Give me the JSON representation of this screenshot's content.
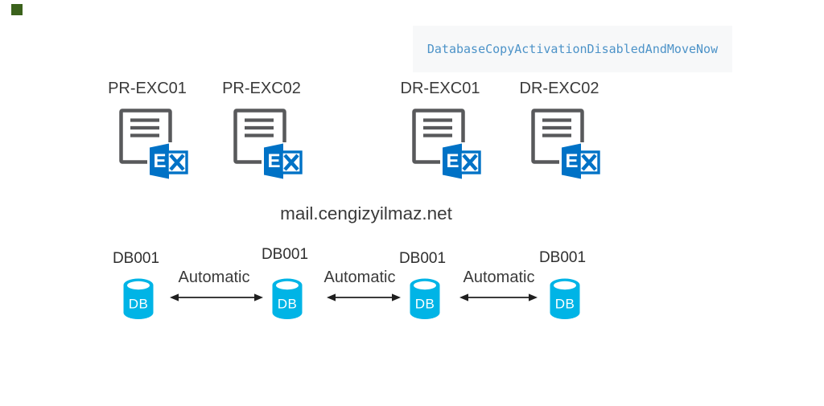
{
  "colors": {
    "exchange-blue": "#0072c6",
    "db-cyan": "#00b4e6",
    "outline-gray": "#58595b",
    "text-dark": "#3a3a3a",
    "banner-bg": "#f7f8f9",
    "banner-text": "#4d93c8",
    "arrow-black": "#1f1f1f",
    "marker-green": "#3b621c"
  },
  "banner": {
    "label": "DatabaseCopyActivationDisabledAndMoveNow"
  },
  "servers": [
    {
      "name": "PR-EXC01"
    },
    {
      "name": "PR-EXC02"
    },
    {
      "name": "DR-EXC01"
    },
    {
      "name": "DR-EXC02"
    }
  ],
  "exchange_logo": {
    "letter": "E"
  },
  "domain": {
    "label": "mail.cengizyilmaz.net"
  },
  "databases": [
    {
      "name": "DB001",
      "body": "DB"
    },
    {
      "name": "DB001",
      "body": "DB"
    },
    {
      "name": "DB001",
      "body": "DB"
    },
    {
      "name": "DB001",
      "body": "DB"
    }
  ],
  "links": [
    {
      "label": "Automatic"
    },
    {
      "label": "Automatic"
    },
    {
      "label": "Automatic"
    }
  ]
}
